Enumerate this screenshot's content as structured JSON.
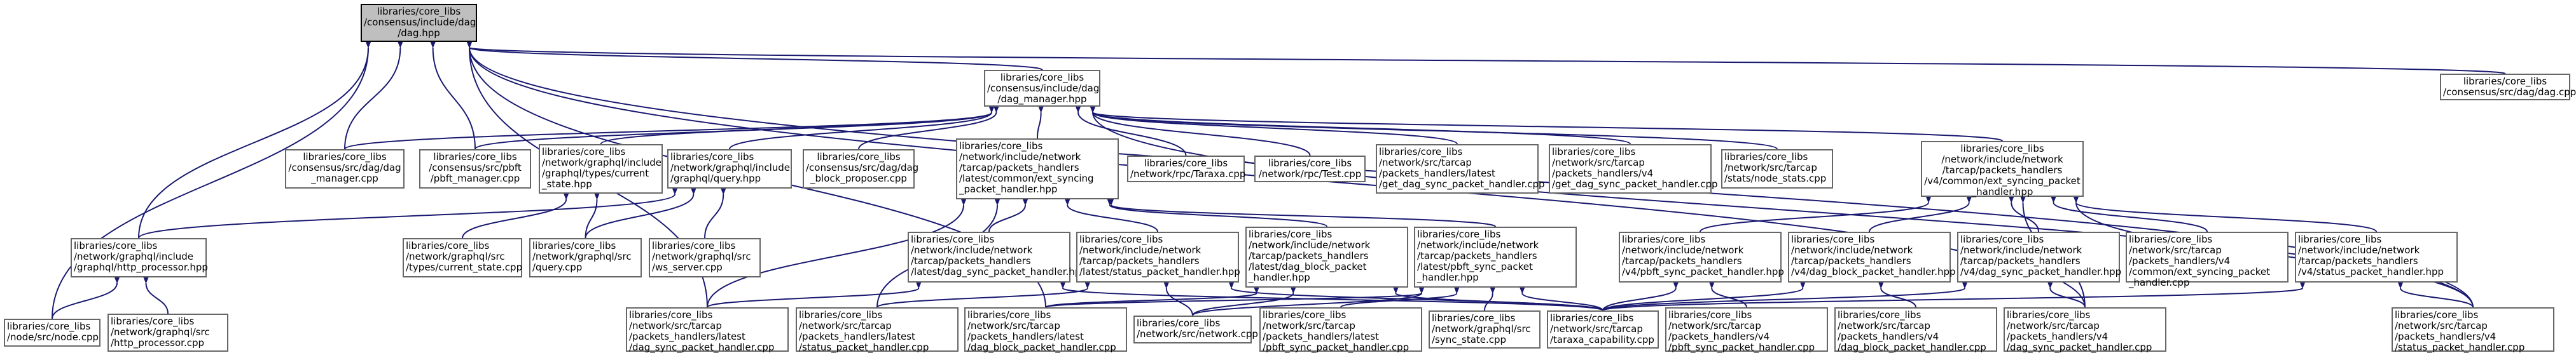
{
  "diagram": {
    "type": "include-dependency-graph",
    "edge_color": "#191970",
    "node_border_color": "#666666",
    "root_fill_color": "#bfbfbf",
    "nodes": {
      "n_root": "libraries/core_libs\n/consensus/include/dag\n/dag.hpp",
      "n_dagcpp": "libraries/core_libs\n/consensus/src/dag/dag.cpp",
      "n_dagmgr": "libraries/core_libs\n/consensus/include/dag\n/dag_manager.hpp",
      "n_http": "libraries/core_libs\n/network/graphql/include\n/graphql/http_processor.hpp",
      "n_nodecpp": "libraries/core_libs\n/node/src/node.cpp",
      "n_httpcpp": "libraries/core_libs\n/network/graphql/src\n/http_processor.cpp",
      "n_dagmgrcpp": "libraries/core_libs\n/consensus/src/dag/dag\n_manager.cpp",
      "n_pbft": "libraries/core_libs\n/consensus/src/pbft\n/pbft_manager.cpp",
      "n_curstate": "libraries/core_libs\n/network/graphql/include\n/graphql/types/current\n_state.hpp",
      "n_curstatecpp": "libraries/core_libs\n/network/graphql/src\n/types/current_state.cpp",
      "n_query": "libraries/core_libs\n/network/graphql/include\n/graphql/query.hpp",
      "n_querycpp": "libraries/core_libs\n/network/graphql/src\n/query.cpp",
      "n_wsserver": "libraries/core_libs\n/network/graphql/src\n/ws_server.cpp",
      "n_blockprop": "libraries/core_libs\n/consensus/src/dag/dag\n_block_proposer.cpp",
      "n_extsync": "libraries/core_libs\n/network/include/network\n/tarcap/packets_handlers\n/latest/common/ext_syncing\n_packet_handler.hpp",
      "n_taraxa": "libraries/core_libs\n/network/rpc/Taraxa.cpp",
      "n_testcpp": "libraries/core_libs\n/network/rpc/Test.cpp",
      "n_getdagcpp": "libraries/core_libs\n/network/src/tarcap\n/packets_handlers/latest\n/get_dag_sync_packet_handler.cpp",
      "n_v4getdag": "libraries/core_libs\n/network/src/tarcap\n/packets_handlers/v4\n/get_dag_sync_packet_handler.cpp",
      "n_nodestats": "libraries/core_libs\n/network/src/tarcap\n/stats/node_stats.cpp",
      "n_v4extsync": "libraries/core_libs\n/network/include/network\n/tarcap/packets_handlers\n/v4/common/ext_syncing_packet\n_handler.hpp",
      "n_dagsynch": "libraries/core_libs\n/network/include/network\n/tarcap/packets_handlers\n/latest/dag_sync_packet_handler.hpp",
      "n_statush": "libraries/core_libs\n/network/include/network\n/tarcap/packets_handlers\n/latest/status_packet_handler.hpp",
      "n_dagblockh": "libraries/core_libs\n/network/include/network\n/tarcap/packets_handlers\n/latest/dag_block_packet\n_handler.hpp",
      "n_pbftsynch": "libraries/core_libs\n/network/include/network\n/tarcap/packets_handlers\n/latest/pbft_sync_packet\n_handler.hpp",
      "n_v4pbftsynch": "libraries/core_libs\n/network/include/network\n/tarcap/packets_handlers\n/v4/pbft_sync_packet_handler.hpp",
      "n_v4dagblockh": "libraries/core_libs\n/network/include/network\n/tarcap/packets_handlers\n/v4/dag_block_packet_handler.hpp",
      "n_v4dagsynch": "libraries/core_libs\n/network/include/network\n/tarcap/packets_handlers\n/v4/dag_sync_packet_handler.hpp",
      "n_v4extsynccpp": "libraries/core_libs\n/network/src/tarcap\n/packets_handlers/v4\n/common/ext_syncing_packet\n_handler.cpp",
      "n_v4statush": "libraries/core_libs\n/network/include/network\n/tarcap/packets_handlers\n/v4/status_packet_handler.hpp",
      "n_dagsynccpp": "libraries/core_libs\n/network/src/tarcap\n/packets_handlers/latest\n/dag_sync_packet_handler.cpp",
      "n_statuscpp": "libraries/core_libs\n/network/src/tarcap\n/packets_handlers/latest\n/status_packet_handler.cpp",
      "n_dagblockcpp": "libraries/core_libs\n/network/src/tarcap\n/packets_handlers/latest\n/dag_block_packet_handler.cpp",
      "n_networkcpp": "libraries/core_libs\n/network/src/network.cpp",
      "n_pbftsynccpp": "libraries/core_libs\n/network/src/tarcap\n/packets_handlers/latest\n/pbft_sync_packet_handler.cpp",
      "n_syncstate": "libraries/core_libs\n/network/graphql/src\n/sync_state.cpp",
      "n_taraxacap": "libraries/core_libs\n/network/src/tarcap\n/taraxa_capability.cpp",
      "n_v4pbftsynccpp": "libraries/core_libs\n/network/src/tarcap\n/packets_handlers/v4\n/pbft_sync_packet_handler.cpp",
      "n_v4dagblockcpp": "libraries/core_libs\n/network/src/tarcap\n/packets_handlers/v4\n/dag_block_packet_handler.cpp",
      "n_v4dagsynccpp": "libraries/core_libs\n/network/src/tarcap\n/packets_handlers/v4\n/dag_sync_packet_handler.cpp",
      "n_v4statuscpp": "libraries/core_libs\n/network/src/tarcap\n/packets_handlers/v4\n/status_packet_handler.cpp"
    }
  }
}
